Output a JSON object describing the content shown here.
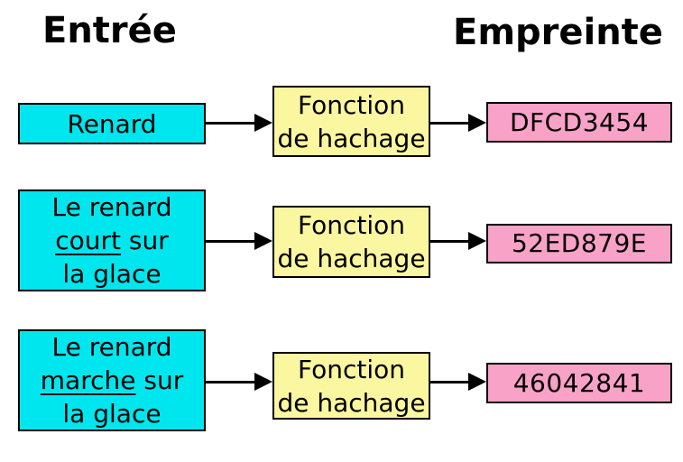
{
  "titles": {
    "input": "Entrée",
    "output": "Empreinte"
  },
  "hash_function": {
    "lines": [
      "Fonction",
      "de hachage"
    ]
  },
  "rows": [
    {
      "input_lines": [
        [
          {
            "t": "Renard",
            "u": false
          }
        ]
      ],
      "hash_output": "DFCD3454"
    },
    {
      "input_lines": [
        [
          {
            "t": "Le renard",
            "u": false
          }
        ],
        [
          {
            "t": "court",
            "u": true
          },
          {
            "t": " sur",
            "u": false
          }
        ],
        [
          {
            "t": "la glace",
            "u": false
          }
        ]
      ],
      "hash_output": "52ED879E"
    },
    {
      "input_lines": [
        [
          {
            "t": "Le renard",
            "u": false
          }
        ],
        [
          {
            "t": "marche",
            "u": true
          },
          {
            "t": " sur",
            "u": false
          }
        ],
        [
          {
            "t": "la glace",
            "u": false
          }
        ]
      ],
      "hash_output": "46042841"
    }
  ],
  "colors": {
    "background": "#ffffff",
    "input_box": "#00e6ee",
    "hash_box": "#faf7a0",
    "output_box": "#f9a2c8",
    "border": "#000000",
    "text": "#000000",
    "arrow": "#000000"
  }
}
